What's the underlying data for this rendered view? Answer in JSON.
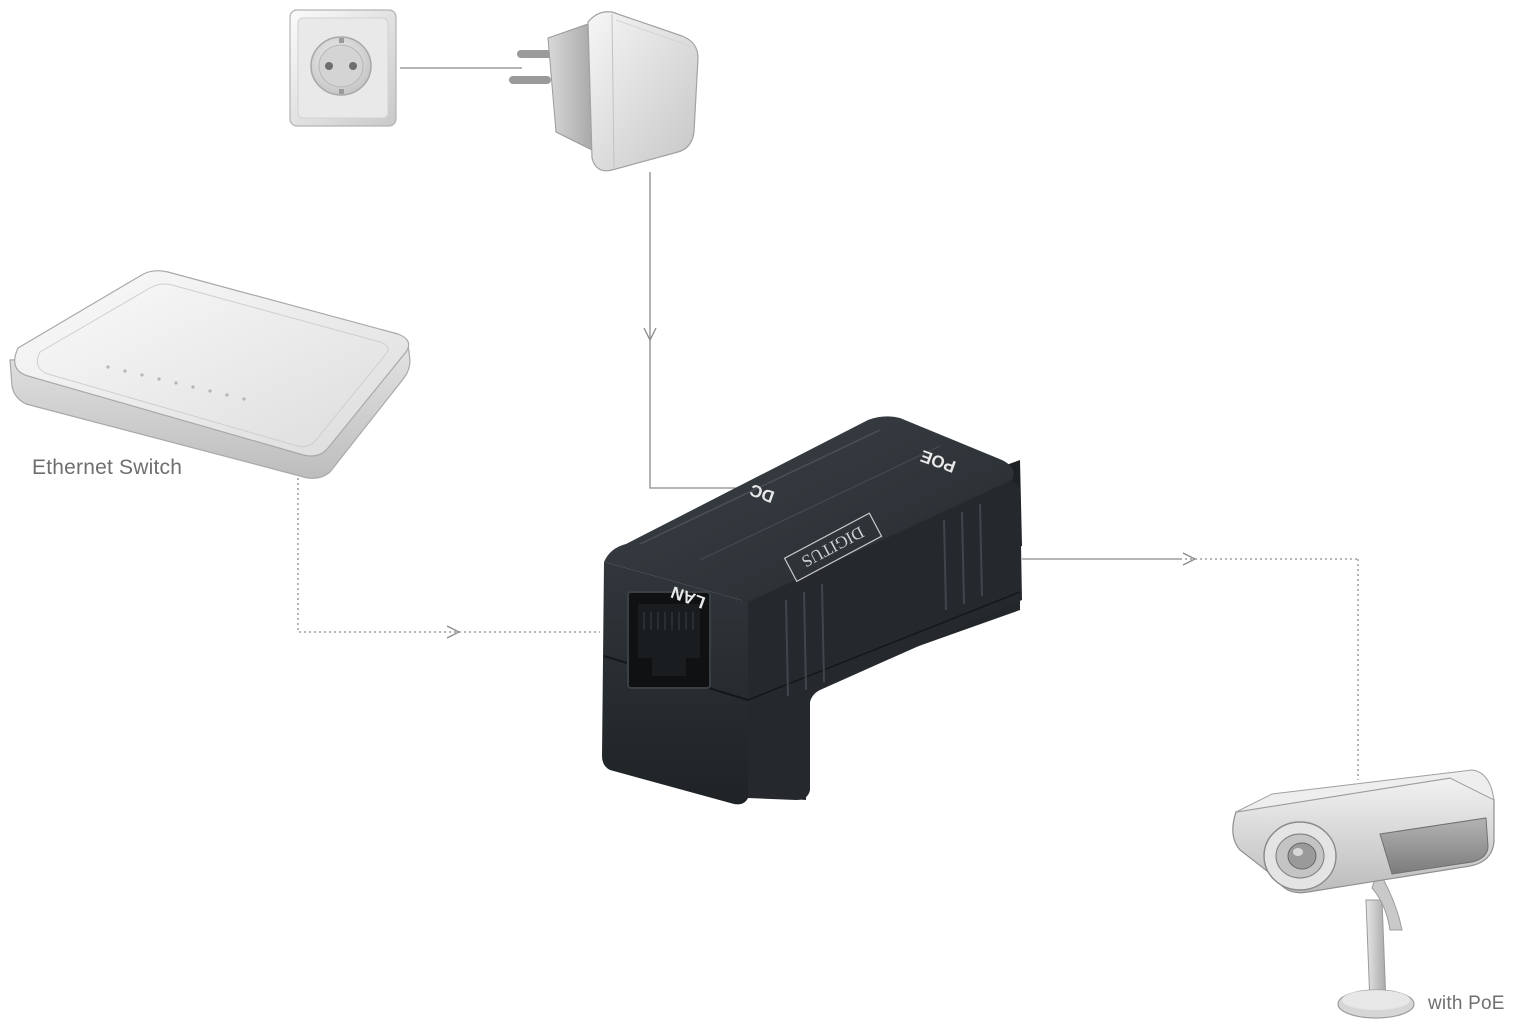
{
  "labels": {
    "switch_caption": "Ethernet Switch",
    "camera_caption": "with PoE"
  },
  "injector": {
    "brand": "DIGITUS",
    "port_lan": "LAN",
    "port_dc": "DC",
    "port_poe": "POE"
  },
  "colors": {
    "line": "#8a8a8a",
    "injector_body": "#2b3034",
    "device_light": "#ececec"
  },
  "icons": {
    "wall_outlet": "wall-outlet-icon",
    "power_adapter": "power-adapter-icon",
    "ethernet_switch": "ethernet-switch-icon",
    "poe_injector": "poe-injector-icon",
    "ip_camera": "ip-camera-icon"
  }
}
